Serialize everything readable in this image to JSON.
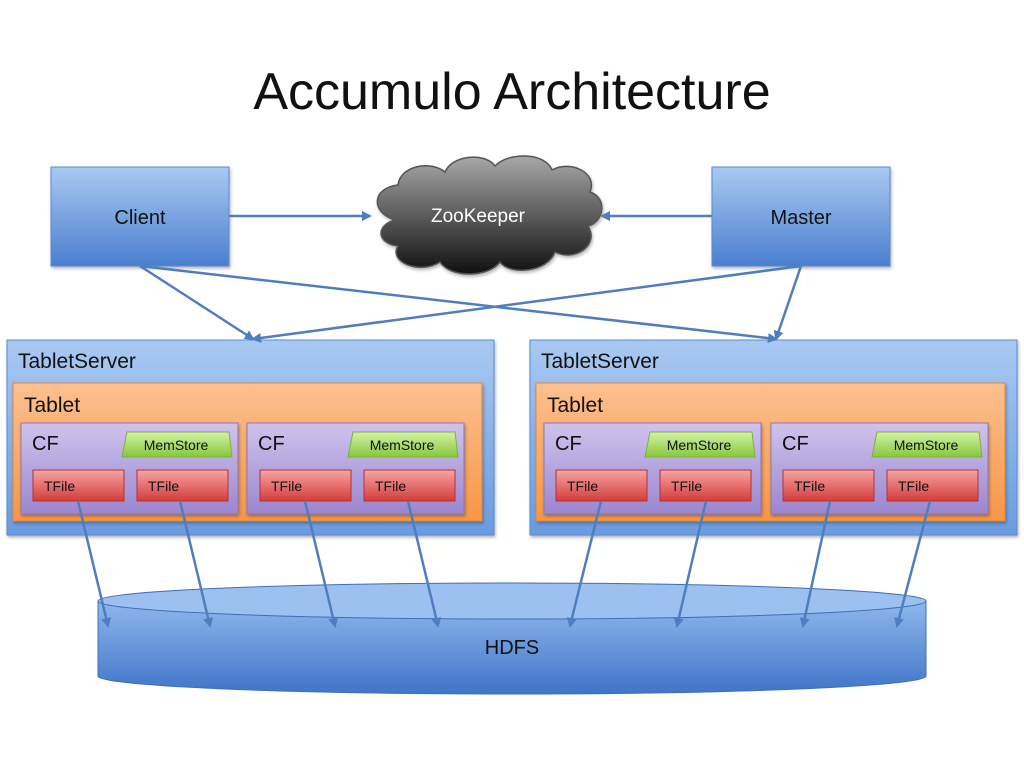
{
  "title": "Accumulo Architecture",
  "nodes": {
    "client": "Client",
    "zookeeper": "ZooKeeper",
    "master": "Master",
    "hdfs": "HDFS"
  },
  "tablet_servers": [
    {
      "label": "TabletServer",
      "tablet": {
        "label": "Tablet",
        "column_families": [
          {
            "label": "CF",
            "memstore": "MemStore",
            "tfiles": [
              "TFile",
              "TFile"
            ]
          },
          {
            "label": "CF",
            "memstore": "MemStore",
            "tfiles": [
              "TFile",
              "TFile"
            ]
          }
        ]
      }
    },
    {
      "label": "TabletServer",
      "tablet": {
        "label": "Tablet",
        "column_families": [
          {
            "label": "CF",
            "memstore": "MemStore",
            "tfiles": [
              "TFile",
              "TFile"
            ]
          },
          {
            "label": "CF",
            "memstore": "MemStore",
            "tfiles": [
              "TFile",
              "TFile"
            ]
          }
        ]
      }
    }
  ],
  "colors": {
    "box_blue": "#5b8fd6",
    "tablet_orange": "#f9a868",
    "cf_purple": "#b4a3d8",
    "memstore_green": "#9fd85a",
    "tfile_red": "#e05252",
    "arrow": "#4f7dbf"
  }
}
